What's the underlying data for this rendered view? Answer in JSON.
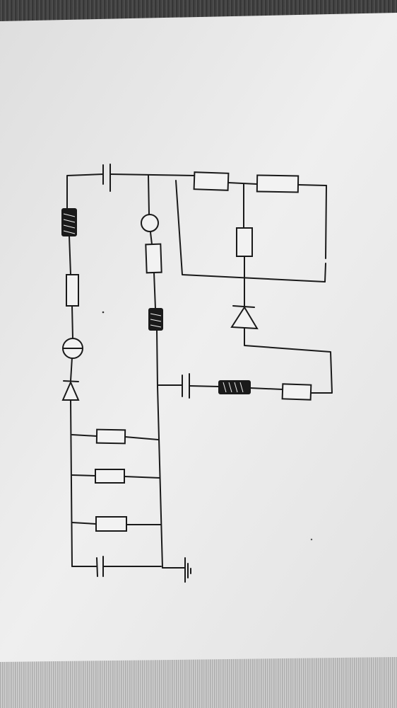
{
  "photo": {
    "subject": "",
    "background_colors": {
      "table": "#3a3a3a",
      "paper": "#ececec",
      "ink": "#1a1a1a"
    }
  },
  "diagram": {
    "components": [
      {
        "id": "cap-top",
        "kind": "capacitor"
      },
      {
        "id": "res-top-1",
        "kind": "resistor"
      },
      {
        "id": "res-top-2",
        "kind": "resistor"
      },
      {
        "id": "res-right-vertical",
        "kind": "resistor"
      },
      {
        "id": "diode-right",
        "kind": "diode"
      },
      {
        "id": "inductor-left",
        "kind": "inductor"
      },
      {
        "id": "res-left",
        "kind": "resistor"
      },
      {
        "id": "source-left",
        "kind": "current-source"
      },
      {
        "id": "diode-left",
        "kind": "diode"
      },
      {
        "id": "lamp-mid",
        "kind": "lamp"
      },
      {
        "id": "res-mid",
        "kind": "resistor"
      },
      {
        "id": "inductor-mid",
        "kind": "inductor"
      },
      {
        "id": "cap-mid",
        "kind": "capacitor"
      },
      {
        "id": "inductor-horizontal",
        "kind": "inductor"
      },
      {
        "id": "res-lower-right",
        "kind": "resistor"
      },
      {
        "id": "res-ladder-1",
        "kind": "resistor"
      },
      {
        "id": "res-ladder-2",
        "kind": "resistor"
      },
      {
        "id": "res-ladder-3",
        "kind": "resistor"
      },
      {
        "id": "cap-bottom",
        "kind": "capacitor"
      },
      {
        "id": "ground",
        "kind": "ground"
      }
    ]
  }
}
